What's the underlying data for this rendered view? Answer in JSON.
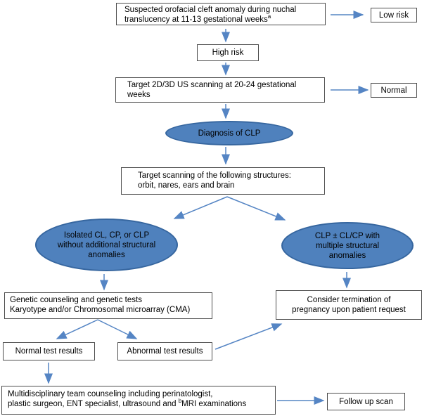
{
  "figure": {
    "description_label": "Prenatal CLP diagnosis flowchart"
  },
  "colors": {
    "arrow": "#5585c4",
    "ellipse_fill": "#4f81bd",
    "ellipse_border": "#36669f",
    "box_border": "#4d4d4d",
    "text": "#000000",
    "background": "#ffffff"
  },
  "nodes": {
    "suspected": {
      "line1": "Suspected orofacial cleft anomaly during nuchal",
      "line2": "translucency at 11-13 gestational weeks",
      "superscript": "a"
    },
    "low_risk": {
      "label": "Low risk"
    },
    "high_risk": {
      "label": "High risk"
    },
    "target_us": {
      "line1": "Target 2D/3D US scanning at 20-24 gestational",
      "line2": "weeks"
    },
    "normal": {
      "label": "Normal"
    },
    "diagnosis": {
      "label": "Diagnosis of CLP"
    },
    "target_scanning": {
      "line1": "Target scanning of the following structures:",
      "line2": "orbit, nares, ears and brain"
    },
    "isolated": {
      "line1": "Isolated CL, CP, or CLP",
      "line2": "without additional structural",
      "line3": "anomalies"
    },
    "clp_multiple": {
      "line1": "CLP ± CL/CP with",
      "line2": "multiple structural",
      "line3": "anomalies"
    },
    "genetic": {
      "line1": "Genetic counseling and genetic tests",
      "line2": "Karyotype and/or Chromosomal microarray (CMA)"
    },
    "consider_termination": {
      "line1": "Consider termination of",
      "line2": "pregnancy upon patient request"
    },
    "normal_results": {
      "label": "Normal test results"
    },
    "abnormal_results": {
      "label": "Abnormal test results"
    },
    "multidisciplinary": {
      "line1": "Multidisciplinary team counseling including perinatologist,",
      "line2_pre": "plastic surgeon, ENT specialist, ultrasound and ",
      "superscript": "b",
      "line2_post": "MRI examinations"
    },
    "follow_up": {
      "label": "Follow up scan"
    }
  }
}
